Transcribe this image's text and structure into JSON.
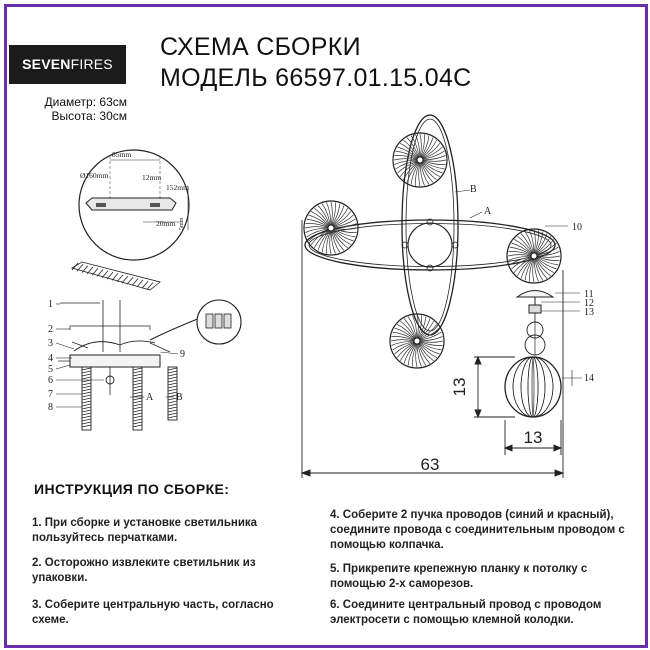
{
  "brand": {
    "part1": "SEVEN",
    "part2": "FIRES"
  },
  "title": {
    "line1": "СХЕМА СБОРКИ",
    "line2": "МОДЕЛЬ 66597.01.15.04С"
  },
  "specs": {
    "diameter": "Диаметр: 63см",
    "height": "Высота: 30см"
  },
  "mount_dims": {
    "d160": "Ø160mm",
    "d85": "85mm",
    "d12": "12mm",
    "d152": "152mm",
    "d20": "20mm",
    "d5": "5mm"
  },
  "part_labels": {
    "left": [
      "1",
      "2",
      "3",
      "4",
      "5",
      "6",
      "7",
      "8"
    ],
    "left_ab": [
      "A",
      "B"
    ],
    "left_9": "9",
    "main_a": "A",
    "main_b": "B",
    "main_10": "10",
    "right": [
      "11",
      "12",
      "13",
      "14"
    ]
  },
  "dimensions": {
    "overall": "63",
    "shade_h": "13",
    "shade_w": "13"
  },
  "instructions": {
    "heading": "ИНСТРУКЦИЯ ПО СБОРКЕ:",
    "steps": [
      "1. При сборке и установке светильника пользуйтесь перчатками.",
      "2. Осторожно извлеките светильник из упаковки.",
      "3. Соберите центральную часть, согласно схеме.",
      "4. Соберите 2 пучка проводов (синий и красный), соедините провода с соединительным проводом с помощью колпачка.",
      "5. Прикрепите крепежную планку к потолку с помощью 2-х саморезов.",
      "6. Соедините центральный провод с проводом электросети с помощью клемной колодки."
    ]
  },
  "colors": {
    "frame": "#6a2fa8",
    "logo_bg": "#1b1b1b"
  }
}
